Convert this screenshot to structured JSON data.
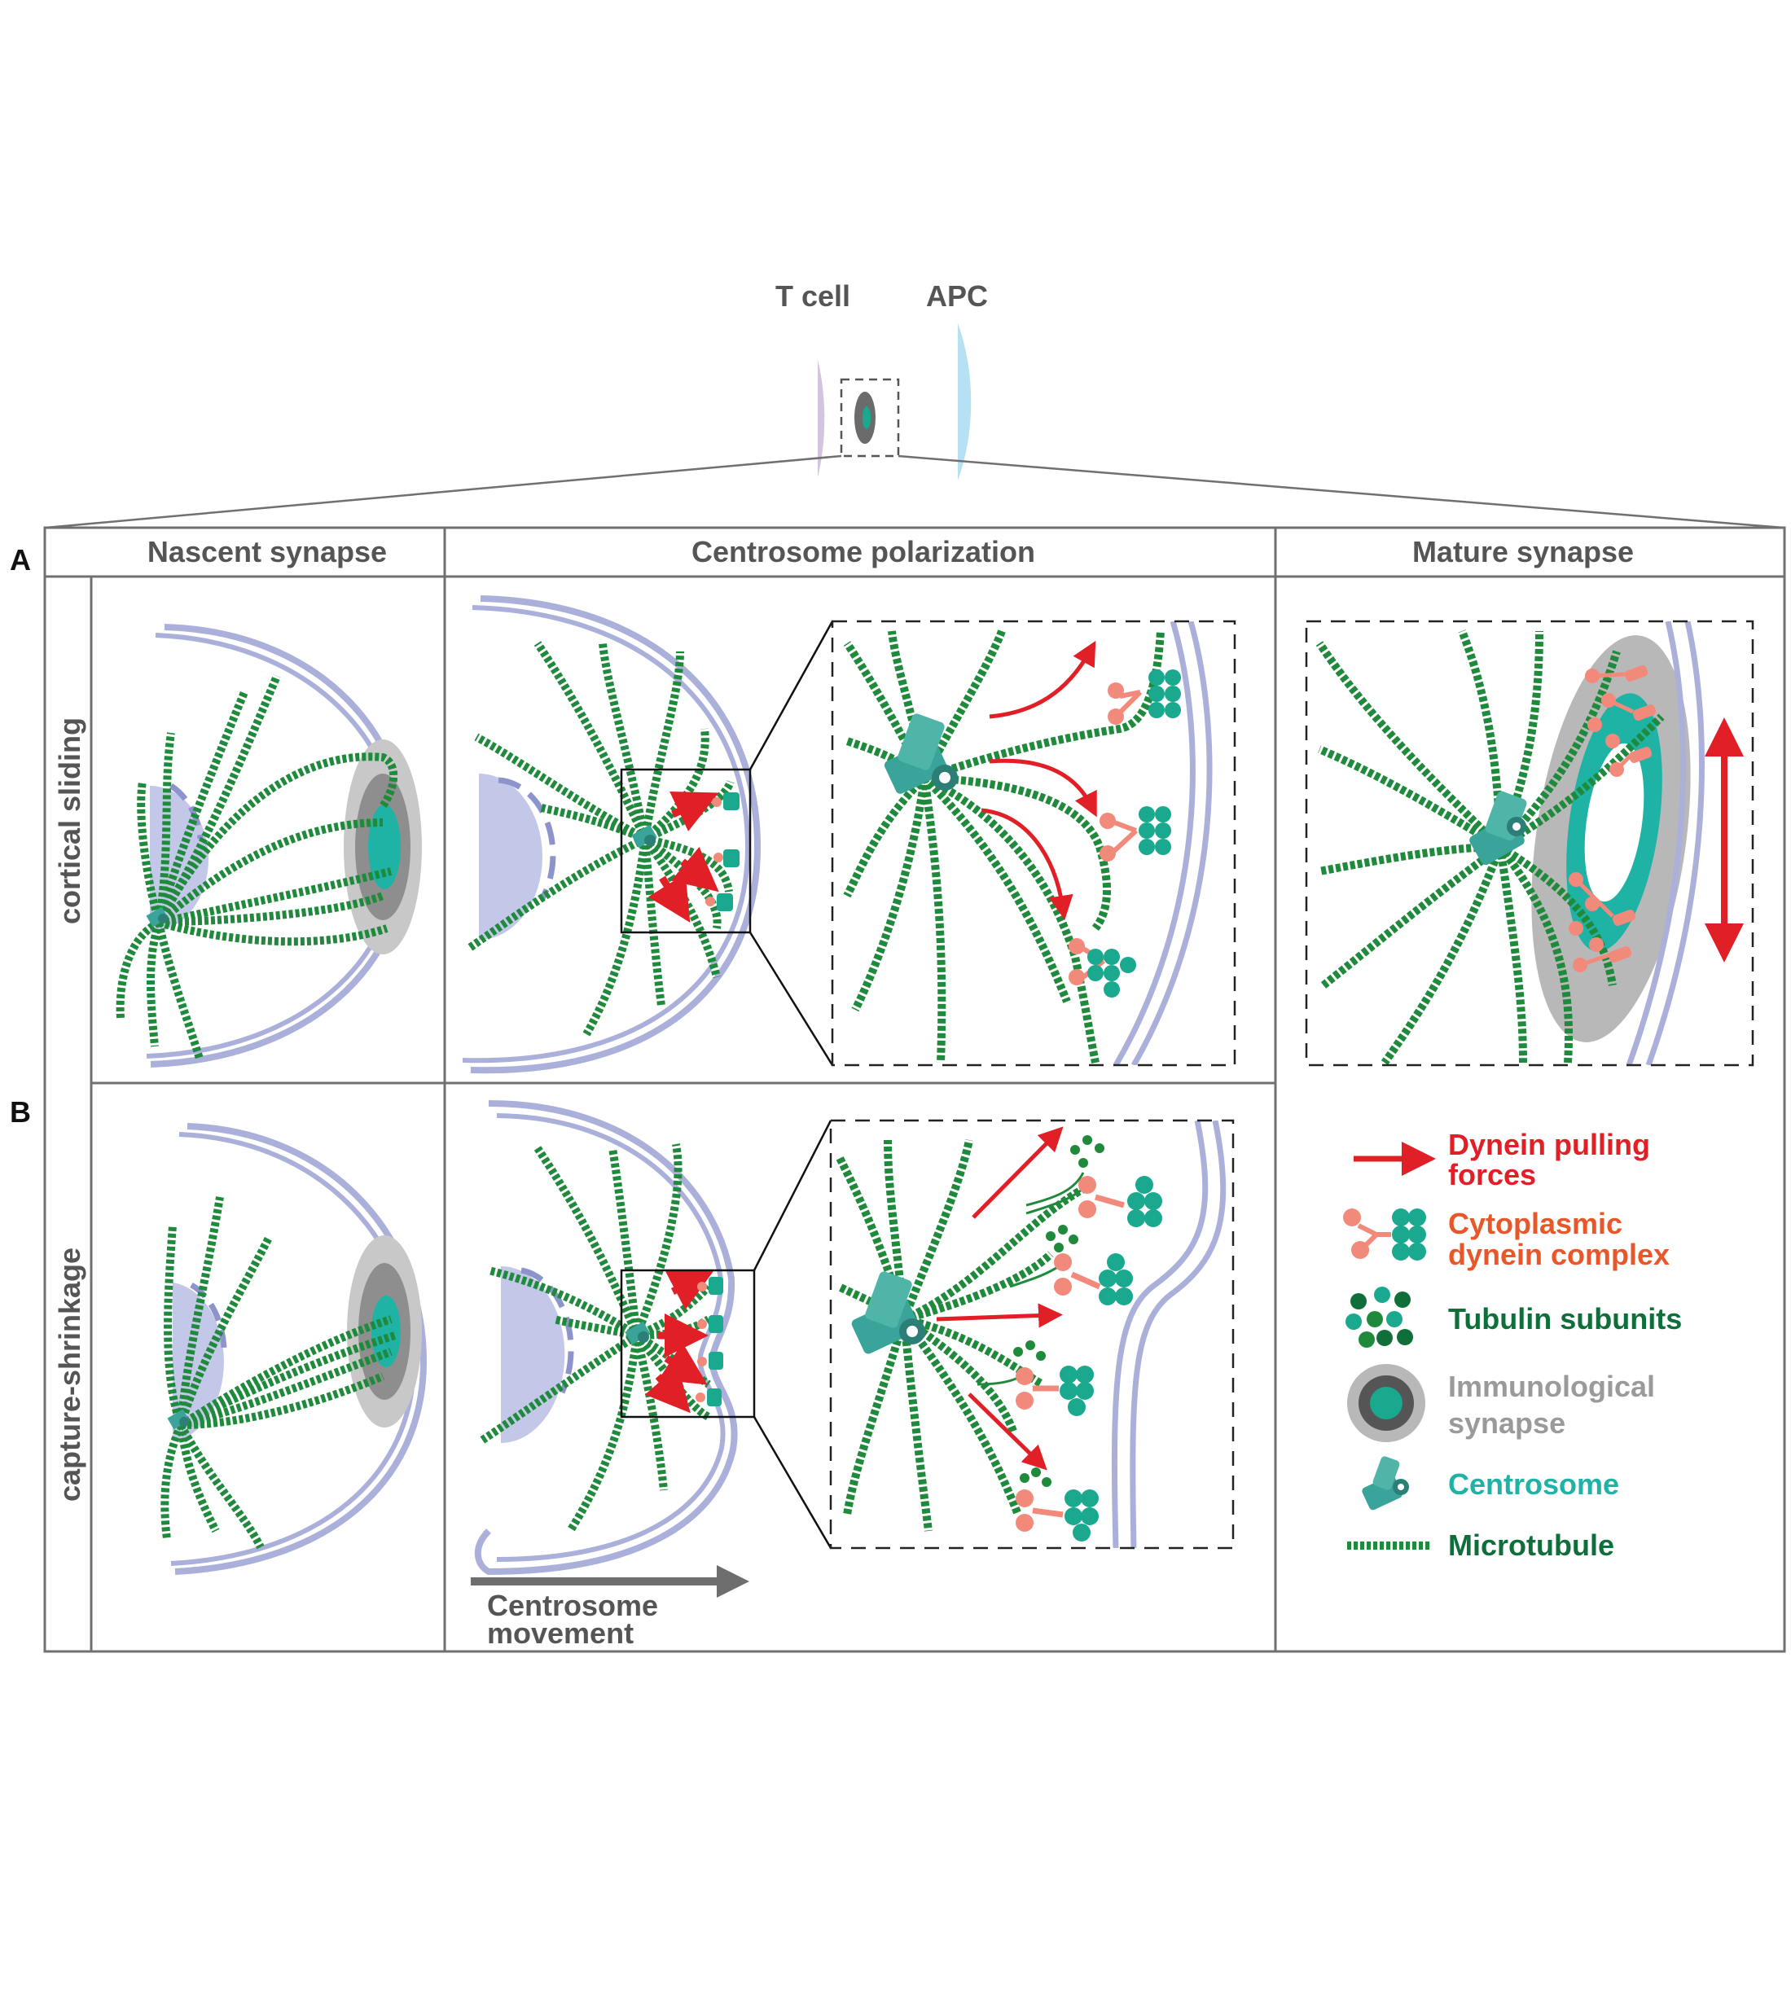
{
  "top": {
    "t_cell": "T cell",
    "apc": "APC"
  },
  "panels": {
    "a": "A",
    "b": "B"
  },
  "columns": {
    "nascent": "Nascent synapse",
    "polarization": "Centrosome polarization",
    "mature": "Mature synapse"
  },
  "rows": {
    "a": "cortical sliding",
    "b": "capture-shrinkage"
  },
  "movement": {
    "line1": "Centrosome",
    "line2": "movement"
  },
  "legend": {
    "dynein_forces_1": "Dynein pulling",
    "dynein_forces_2": "forces",
    "cytoplasmic_1": "Cytoplasmic",
    "cytoplasmic_2": "dynein complex",
    "tubulin": "Tubulin subunits",
    "immuno_1": "Immunological",
    "immuno_2": "synapse",
    "centrosome": "Centrosome",
    "microtubule": "Microtubule"
  },
  "colors": {
    "microtubule": "#1f8a3c",
    "membrane": "#aab0da",
    "nucleus": "#c3c8e8",
    "centrosome": "#3aa39a",
    "dynein": "#f28a7c",
    "tubulin": "#1aa88e",
    "arrow": "#e11f26",
    "apc": "#b5e1f2",
    "tcell": "#d3c4df",
    "frame": "#707070",
    "label_text": "#555555",
    "dynein_text": "#e8572a",
    "tubulin_text": "#0f6e3a",
    "centrosome_text": "#1fb3a6",
    "immuno_text": "#9a9a9a"
  }
}
